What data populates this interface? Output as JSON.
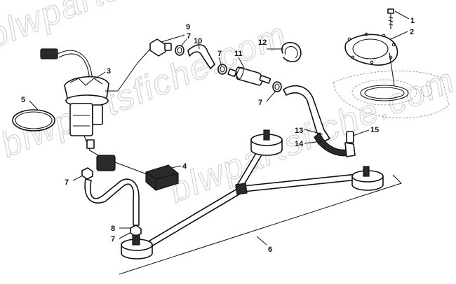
{
  "watermarks": [
    {
      "text": "blwpartsfiche.com"
    },
    {
      "text": "blwpartsfiche.com"
    },
    {
      "text": "blwpartsfiche.com"
    }
  ],
  "callouts": [
    {
      "label": "1"
    },
    {
      "label": "2"
    },
    {
      "label": "3"
    },
    {
      "label": "4"
    },
    {
      "label": "5"
    },
    {
      "label": "6"
    },
    {
      "label": "7"
    },
    {
      "label": "7"
    },
    {
      "label": "7"
    },
    {
      "label": "7"
    },
    {
      "label": "7"
    },
    {
      "label": "8"
    },
    {
      "label": "9"
    },
    {
      "label": "10"
    },
    {
      "label": "11"
    },
    {
      "label": "12"
    },
    {
      "label": "13"
    },
    {
      "label": "14"
    },
    {
      "label": "15"
    }
  ]
}
